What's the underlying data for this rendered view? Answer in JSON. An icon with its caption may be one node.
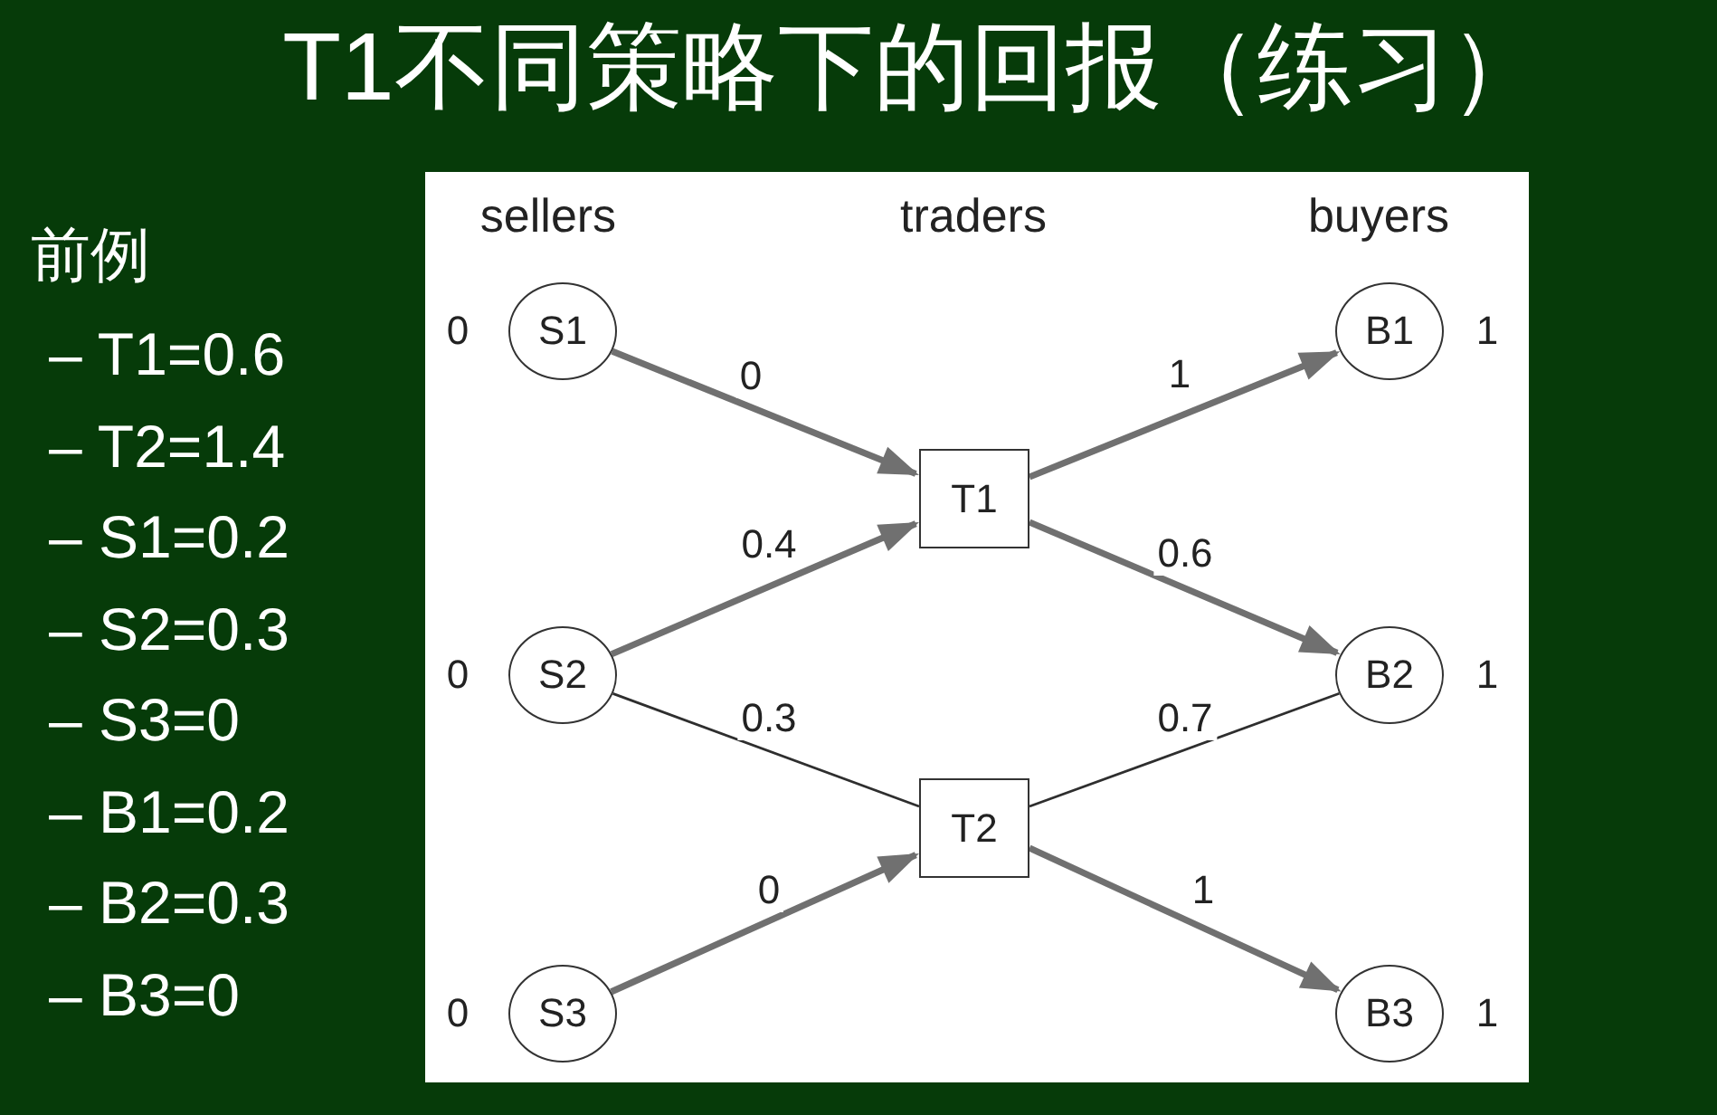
{
  "diagram": {
    "title": "T1不同策略下的回报（练习）",
    "nodes": [
      {
        "text": [
          "S1"
        ],
        "beside": [
          "0"
        ]
      },
      {
        "text": [
          "S2"
        ],
        "beside": [
          "0"
        ]
      },
      {
        "text": [
          "S3"
        ],
        "beside": [
          "0"
        ]
      },
      {
        "text": [
          "T1"
        ]
      },
      {
        "text": [
          "T2"
        ]
      },
      {
        "text": [
          "B1"
        ],
        "beside": [
          "1"
        ]
      },
      {
        "text": [
          "B2"
        ],
        "beside": [
          "1"
        ]
      },
      {
        "text": [
          "B3"
        ],
        "beside": [
          "1"
        ]
      }
    ],
    "edges": [
      {
        "from": 0,
        "to": 3,
        "arrow": "to",
        "label": "0"
      },
      {
        "from": 1,
        "to": 3,
        "arrow": "to",
        "label": "0.4"
      },
      {
        "from": 1,
        "to": 4,
        "arrow": "none",
        "label": "0.3",
        "color": "#2e2e2e"
      },
      {
        "from": 2,
        "to": 4,
        "arrow": "to",
        "label": "0"
      },
      {
        "from": 3,
        "to": 5,
        "arrow": "to",
        "label": "1"
      },
      {
        "from": 3,
        "to": 6,
        "arrow": "to",
        "label": "0.6"
      },
      {
        "from": 4,
        "to": 6,
        "arrow": "none",
        "label": "0.7",
        "color": "#2e2e2e"
      },
      {
        "from": 4,
        "to": 7,
        "arrow": "to",
        "label": "1"
      }
    ],
    "labels": [
      "前例",
      "– T1=0.6",
      "– T2=1.4",
      "– S1=0.2",
      "– S2=0.3",
      "– S3=0",
      "– B1=0.2",
      "– B2=0.3",
      "– B3=0",
      "sellers",
      "traders",
      "buyers"
    ]
  }
}
